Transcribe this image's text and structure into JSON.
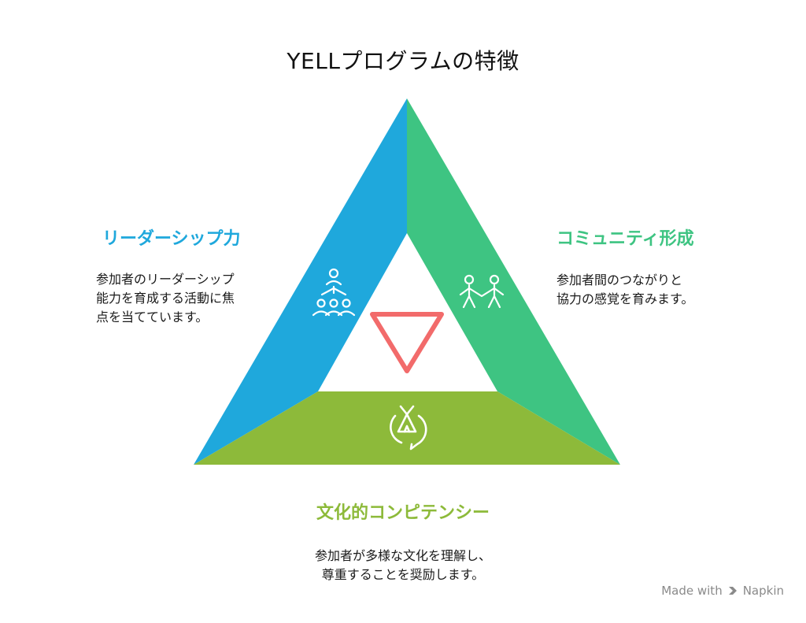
{
  "title": "YELLプログラムの特徴",
  "sections": {
    "leadership": {
      "heading": "リーダーシップ力",
      "lines": [
        "参加者のリーダーシップ",
        "能力を育成する活動に焦",
        "点を当てています。"
      ],
      "color": "#1fa8dc",
      "icon": "group-leader-icon"
    },
    "community": {
      "heading": "コミュニティ形成",
      "lines": [
        "参加者間のつながりと",
        "協力の感覚を育みます。"
      ],
      "color": "#3ec482",
      "icon": "people-holding-hands-icon"
    },
    "cultural": {
      "heading": "文化的コンピテンシー",
      "lines": [
        "参加者が多様な文化を理解し、",
        "尊重することを奨励します。"
      ],
      "color": "#8dba3a",
      "icon": "tent-cycle-icon"
    }
  },
  "center_color": "#f26b6b",
  "credit": {
    "made_with": "Made with",
    "brand": "Napkin"
  }
}
